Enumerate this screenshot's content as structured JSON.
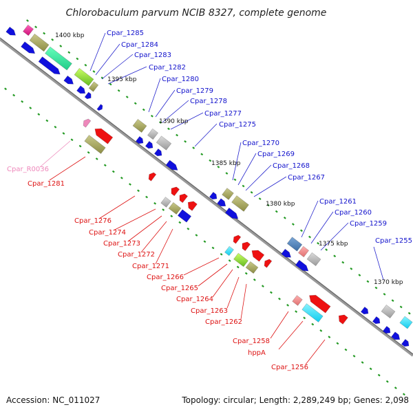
{
  "title": "Chlorobaculum parvum NCIB 8327, complete genome",
  "accession": "Accession: NC_011027",
  "topology": "Topology: circular; Length: 2,289,249 bp; Genes: 2,098",
  "kbp_labels": [
    "1400 kbp",
    "1395 kbp",
    "1390 kbp",
    "1385 kbp",
    "1380 kbp",
    "1375 kbp",
    "1370 kbp"
  ],
  "top_labels": [
    "Cpar_1285",
    "Cpar_1284",
    "Cpar_1283",
    "Cpar_1282",
    "Cpar_1280",
    "Cpar_1279",
    "Cpar_1278",
    "Cpar_1277",
    "Cpar_1275",
    "Cpar_1270",
    "Cpar_1269",
    "Cpar_1268",
    "Cpar_1267",
    "Cpar_1261",
    "Cpar_1260",
    "Cpar_1259",
    "Cpar_1255"
  ],
  "bottom_labels": [
    "Cpar_R0036",
    "Cpar_1281",
    "Cpar_1276",
    "Cpar_1274",
    "Cpar_1273",
    "Cpar_1272",
    "Cpar_1271",
    "Cpar_1266",
    "Cpar_1265",
    "Cpar_1264",
    "Cpar_1263",
    "Cpar_1262",
    "Cpar_1258",
    "hppA",
    "Cpar_1256"
  ],
  "colors": {
    "forward_strand": "#1010dd",
    "reverse_strand": "#ee1111",
    "rna": "#ee88bb",
    "backbone": "#888888",
    "tick": "#229922"
  }
}
